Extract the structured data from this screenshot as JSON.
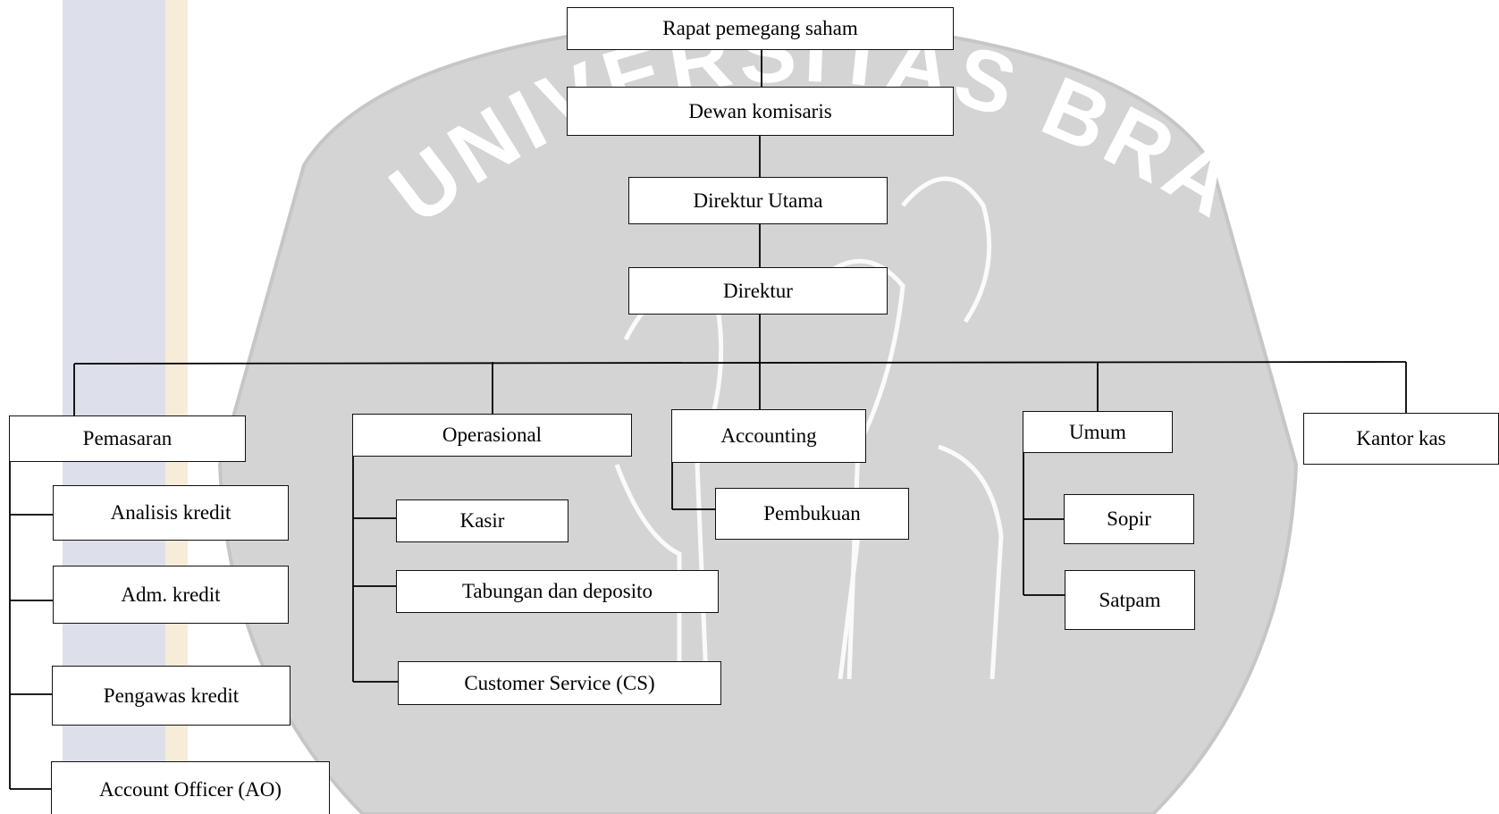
{
  "watermark": {
    "arc_text": "UNIVERSITAS BRAWIJAYA",
    "colors": {
      "seal": "#d4d4d4",
      "seal_outline": "#c8c8c8",
      "stripe_blue": "#dde0ea",
      "stripe_cream": "#f7ecd8"
    }
  },
  "org_chart": {
    "top": {
      "shareholders": "Rapat pemegang saham",
      "commissioners": "Dewan komisaris",
      "president_director": "Direktur Utama",
      "director": "Direktur"
    },
    "departments": {
      "marketing": {
        "label": "Pemasaran",
        "subs": [
          "Analisis kredit",
          "Adm. kredit",
          "Pengawas kredit",
          "Account Officer (AO)"
        ]
      },
      "operations": {
        "label": "Operasional",
        "subs": [
          "Kasir",
          "Tabungan dan deposito",
          "Customer Service (CS)"
        ]
      },
      "accounting": {
        "label": "Accounting",
        "subs": [
          "Pembukuan"
        ]
      },
      "general": {
        "label": "Umum",
        "subs": [
          "Sopir",
          "Satpam"
        ]
      },
      "cash_office": {
        "label": "Kantor kas"
      }
    }
  }
}
